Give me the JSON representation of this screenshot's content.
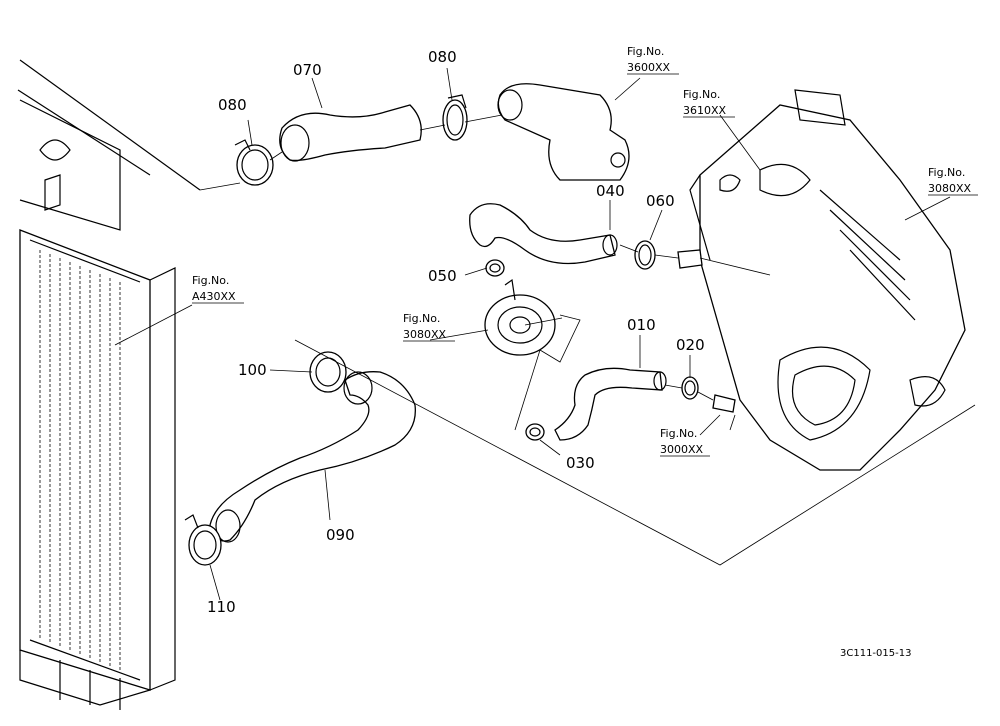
{
  "parts": {
    "p010": "010",
    "p020": "020",
    "p030": "030",
    "p040": "040",
    "p050": "050",
    "p060": "060",
    "p070": "070",
    "p080a": "080",
    "p080b": "080",
    "p090": "090",
    "p100": "100",
    "p110": "110"
  },
  "figs": {
    "fig_3600": {
      "line1": "Fig.No.",
      "line2": "3600XX"
    },
    "fig_3610": {
      "line1": "Fig.No.",
      "line2": "3610XX"
    },
    "fig_3080_right": {
      "line1": "Fig.No.",
      "line2": "3080XX"
    },
    "fig_a430": {
      "line1": "Fig.No.",
      "line2": "A430XX"
    },
    "fig_3080_left": {
      "line1": "Fig.No.",
      "line2": "3080XX"
    },
    "fig_3000": {
      "line1": "Fig.No.",
      "line2": "3000XX"
    }
  },
  "drawing_code": "3C111-015-13"
}
